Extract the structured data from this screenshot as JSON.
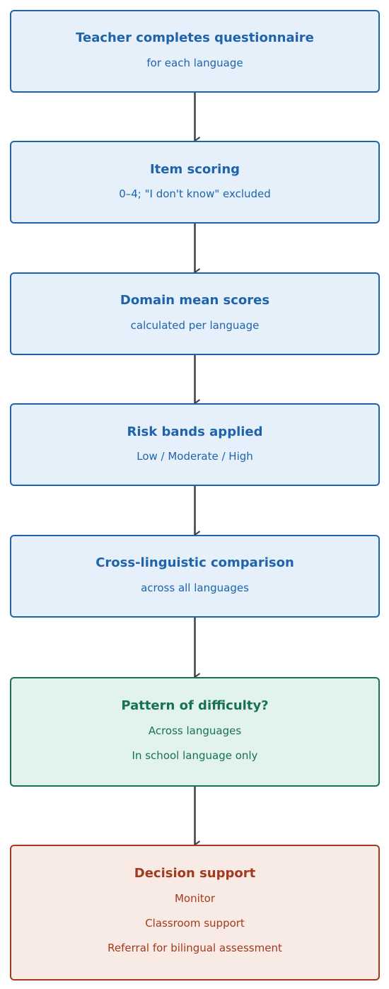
{
  "nodes": [
    {
      "title": "Teacher completes questionnaire",
      "lines": [
        "for each language"
      ],
      "color": "blue"
    },
    {
      "title": "Item scoring",
      "lines": [
        "0–4; \"I don't know\" excluded"
      ],
      "color": "blue"
    },
    {
      "title": "Domain mean scores",
      "lines": [
        "calculated per language"
      ],
      "color": "blue"
    },
    {
      "title": "Risk bands applied",
      "lines": [
        "Low / Moderate / High"
      ],
      "color": "blue"
    },
    {
      "title": "Cross-linguistic comparison",
      "lines": [
        "across all languages"
      ],
      "color": "blue"
    },
    {
      "title": "Pattern of difficulty?",
      "lines": [
        "Across languages",
        "In school language only"
      ],
      "color": "green"
    },
    {
      "title": "Decision support",
      "lines": [
        "Monitor",
        "Classroom support",
        "Referral for bilingual assessment"
      ],
      "color": "red"
    }
  ],
  "colors": {
    "blue_border": "#1f63ab",
    "blue_fill": "#e5f0fb",
    "green_border": "#17734f",
    "green_fill": "#e1f3ec",
    "red_border": "#a43a1d",
    "red_fill": "#f8ebe6",
    "arrow": "#404040"
  }
}
